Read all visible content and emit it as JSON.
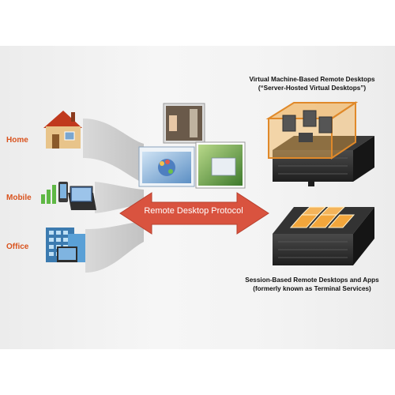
{
  "endpoints": [
    {
      "label": "Home",
      "icon": "house-icon"
    },
    {
      "label": "Mobile",
      "icon": "mobile-devices-icon"
    },
    {
      "label": "Office",
      "icon": "office-building-icon"
    }
  ],
  "protocol": {
    "label": "Remote Desktop Protocol",
    "color": "#d9533f"
  },
  "vm_desktops": {
    "title_line1": "Virtual Machine-Based Remote Desktops",
    "title_line2": "(“Server-Hosted Virtual Desktops”)"
  },
  "session_desktops": {
    "title_line1": "Session-Based Remote Desktops and Apps",
    "title_line2": "(formerly known as Terminal Services)"
  },
  "colors": {
    "accent": "#d9531e",
    "server_orange": "#f0a43a",
    "server_dark": "#2b2b2b"
  }
}
